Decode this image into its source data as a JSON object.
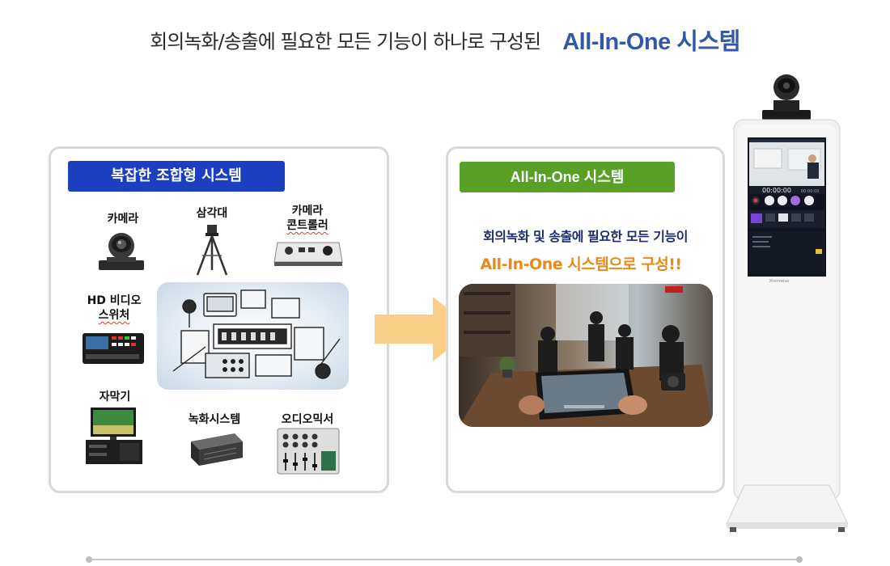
{
  "headline": {
    "lead": "회의녹화/송출에 필요한 모든 기능이 하나로 구성된",
    "brand": "All-In-One 시스템"
  },
  "left_panel": {
    "tag": "복잡한 조합형 시스템",
    "components": {
      "camera": "카메라",
      "tripod": "삼각대",
      "controller": [
        "카메라",
        "콘트롤러"
      ],
      "switcher": [
        "HD 비디오",
        "스위처"
      ],
      "caption": "자막기",
      "recorder": "녹화시스템",
      "mixer": "오디오믹서"
    }
  },
  "right_panel": {
    "tag": "All-In-One 시스템",
    "line1": "회의녹화 및 송출에 필요한 모든 기능이",
    "line2": "All-In-One 시스템으로 구성!!"
  },
  "kiosk": {
    "timer_left": "00:00:00",
    "timer_right": "00:00:00",
    "brand": "Xtemwise"
  },
  "colors": {
    "blue_tag": "#1c3fbf",
    "green_tag": "#58a126",
    "brand_text": "#3457a6",
    "orange_text": "#e78a1a",
    "arrow": "#f7cf86"
  },
  "icons": [
    "ptz-camera-icon",
    "tripod-icon",
    "camera-controller-icon",
    "video-switcher-icon",
    "caption-generator-icon",
    "recording-server-icon",
    "audio-mixer-icon",
    "arrow-right-icon"
  ]
}
